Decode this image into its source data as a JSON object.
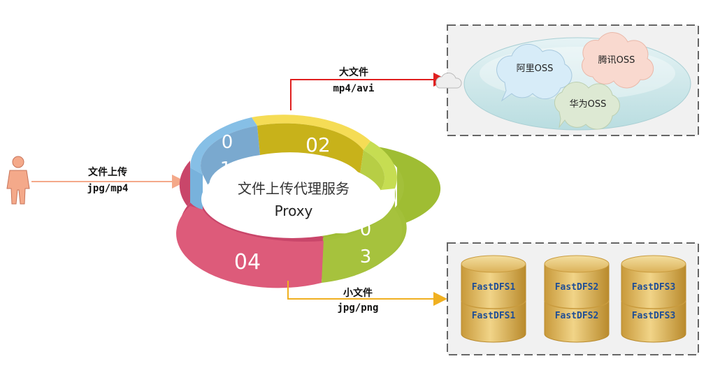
{
  "user": {
    "label": "文件上传",
    "formats": "jpg/mp4"
  },
  "proxy": {
    "title": "文件上传代理服务",
    "subtitle": "Proxy",
    "segments": [
      {
        "label": "0",
        "label2": "1",
        "color": "#7fb8e6"
      },
      {
        "label": "02",
        "color": "#c9b21c"
      },
      {
        "label": "0",
        "label2": "3",
        "color": "#a9c63c"
      },
      {
        "label": "04",
        "color": "#d94f70"
      }
    ]
  },
  "large_files": {
    "label": "大文件",
    "formats": "mp4/avi",
    "arrow_color": "#e02020"
  },
  "small_files": {
    "label": "小文件",
    "formats": "jpg/png",
    "arrow_color": "#f0b020"
  },
  "cloud_storage": {
    "clouds": [
      {
        "label": "阿里OSS",
        "color": "#d7ecf8"
      },
      {
        "label": "腾讯OSS",
        "color": "#f9d9cf"
      },
      {
        "label": "华为OSS",
        "color": "#dde9d3"
      }
    ]
  },
  "fastdfs": {
    "nodes": [
      {
        "top": "FastDFS1",
        "bottom": "FastDFS1"
      },
      {
        "top": "FastDFS2",
        "bottom": "FastDFS2"
      },
      {
        "top": "FastDFS3",
        "bottom": "FastDFS3"
      }
    ],
    "text_color": "#1f4e96"
  }
}
